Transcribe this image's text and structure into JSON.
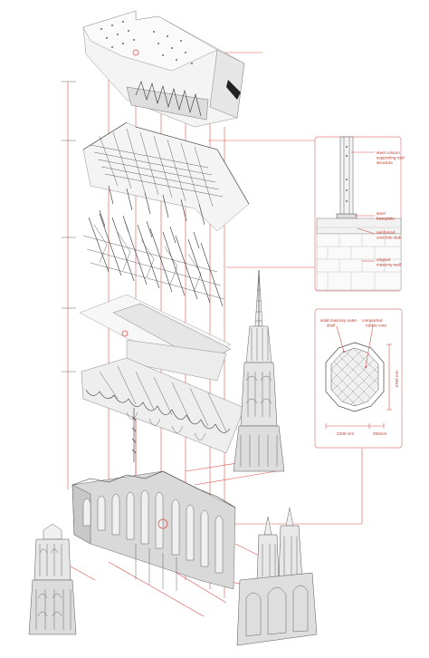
{
  "detail_top": {
    "callouts": [
      {
        "lines": [
          "steel column",
          "supporting roof",
          "structure"
        ]
      },
      {
        "lines": [
          "steel",
          "baseplate"
        ]
      },
      {
        "lines": [
          "reinforced",
          "concrete slab"
        ]
      },
      {
        "lines": [
          "original",
          "masonry wall"
        ]
      }
    ]
  },
  "detail_bottom": {
    "label_left": [
      "solid masonry outer",
      "shell"
    ],
    "label_right": [
      "compacted",
      "rubble core"
    ],
    "dim_vertical": "3700 mm",
    "dim_horizontal_1": "2200 mm",
    "dim_horizontal_2": "250mm"
  },
  "colors": {
    "accent": "#d9534f",
    "ink": "#555555",
    "fill": "#e6e6e6"
  }
}
